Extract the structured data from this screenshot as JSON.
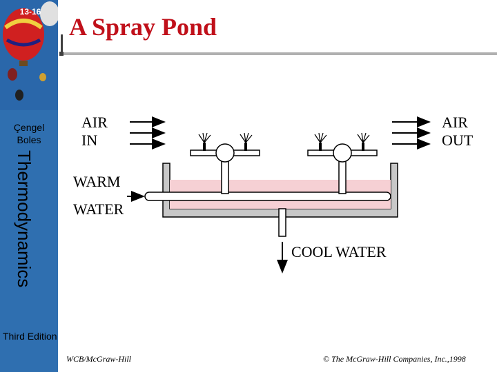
{
  "slide": {
    "number": "13-16",
    "title": "A Spray Pond"
  },
  "sidebar": {
    "author_1": "Çengel",
    "author_2": "Boles",
    "book_title": "Thermodynamics",
    "edition": "Third Edition"
  },
  "diagram": {
    "air_in_line1": "AIR",
    "air_in_line2": "IN",
    "air_out_line1": "AIR",
    "air_out_line2": "OUT",
    "warm_water_line1": "WARM",
    "warm_water_line2": "WATER",
    "cool_water": "COOL WATER"
  },
  "footer": {
    "publisher_left": "WCB/McGraw-Hill",
    "copyright": "© The McGraw-Hill Companies, Inc.,1998"
  },
  "colors": {
    "title": "#c0101a",
    "sidebar": "#2f6fb0",
    "water": "#f6d0d4",
    "basin": "#c8c8c8"
  }
}
